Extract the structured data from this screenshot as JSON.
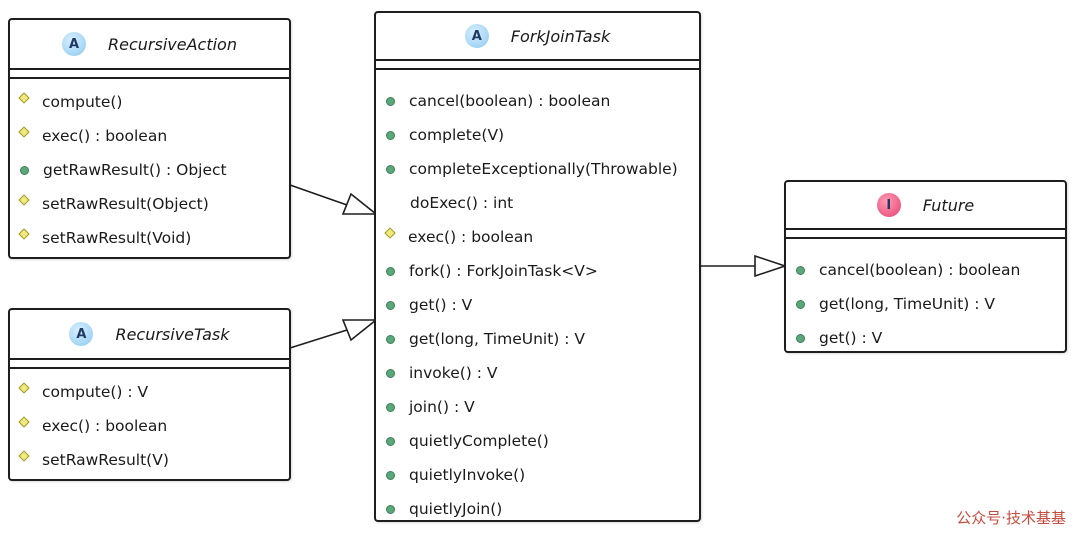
{
  "classes": {
    "recursive_action": {
      "stereotype": "A",
      "name": "RecursiveAction",
      "operations": [
        {
          "vis": "protected",
          "text": "compute()"
        },
        {
          "vis": "protected",
          "text": "exec() : boolean"
        },
        {
          "vis": "public",
          "text": "getRawResult() : Object"
        },
        {
          "vis": "protected",
          "text": "setRawResult(Object)"
        },
        {
          "vis": "protected",
          "text": "setRawResult(Void)"
        }
      ]
    },
    "recursive_task": {
      "stereotype": "A",
      "name": "RecursiveTask",
      "operations": [
        {
          "vis": "protected",
          "text": "compute() : V"
        },
        {
          "vis": "protected",
          "text": "exec() : boolean"
        },
        {
          "vis": "protected",
          "text": "setRawResult(V)"
        }
      ]
    },
    "fork_join_task": {
      "stereotype": "A",
      "name": "ForkJoinTask",
      "operations": [
        {
          "vis": "public",
          "text": "cancel(boolean) : boolean"
        },
        {
          "vis": "public",
          "text": "complete(V)"
        },
        {
          "vis": "public",
          "text": "completeExceptionally(Throwable)"
        },
        {
          "vis": "none",
          "text": "doExec() : int"
        },
        {
          "vis": "protected",
          "text": "exec() : boolean"
        },
        {
          "vis": "public",
          "text": "fork() : ForkJoinTask<V>"
        },
        {
          "vis": "public",
          "text": "get() : V"
        },
        {
          "vis": "public",
          "text": "get(long, TimeUnit) : V"
        },
        {
          "vis": "public",
          "text": "invoke() : V"
        },
        {
          "vis": "public",
          "text": "join() : V"
        },
        {
          "vis": "public",
          "text": "quietlyComplete()"
        },
        {
          "vis": "public",
          "text": "quietlyInvoke()"
        },
        {
          "vis": "public",
          "text": "quietlyJoin()"
        }
      ]
    },
    "future": {
      "stereotype": "I",
      "name": "Future",
      "operations": [
        {
          "vis": "public",
          "text": "cancel(boolean) : boolean"
        },
        {
          "vis": "public",
          "text": "get(long, TimeUnit) : V"
        },
        {
          "vis": "public",
          "text": "get() : V"
        }
      ]
    }
  },
  "watermark": "公众号·技术基基",
  "colors": {
    "border": "#1e1e1e",
    "public": "#5aa77a",
    "protected": "#f1ea7a",
    "abstract": "#8cc9f0",
    "interface": "#e6406f"
  }
}
